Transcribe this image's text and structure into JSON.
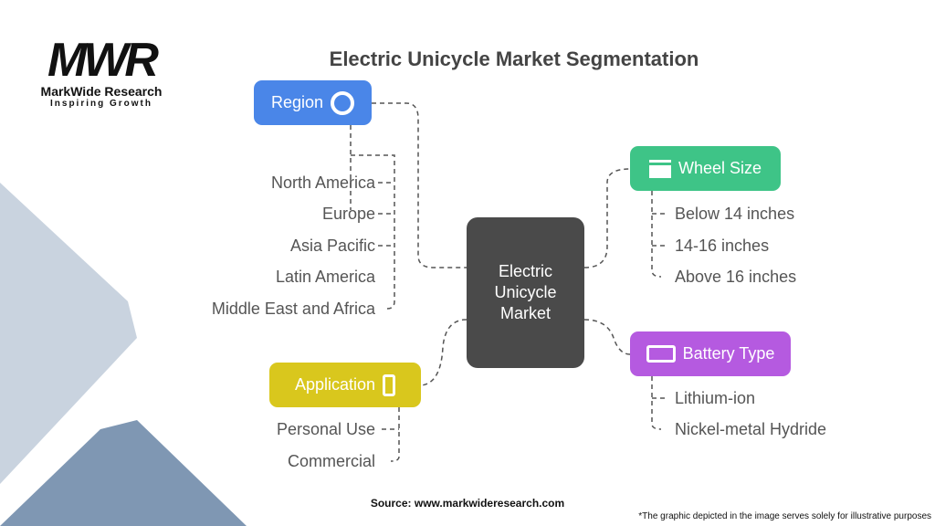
{
  "logo": {
    "mark": "MWR",
    "name": "MarkWide Research",
    "tagline": "Inspiring Growth"
  },
  "title": "Electric Unicycle Market Segmentation",
  "center": {
    "label": "Electric Unicycle Market",
    "color": "#4a4a4a"
  },
  "segments": {
    "region": {
      "label": "Region",
      "color": "#4a86e8",
      "icon": "globe-icon",
      "items": [
        "North America",
        "Europe",
        "Asia Pacific",
        "Latin America",
        "Middle East and Africa"
      ]
    },
    "wheel": {
      "label": "Wheel Size",
      "color": "#3ec487",
      "icon": "wheel-size-icon",
      "items": [
        "Below 14 inches",
        "14-16 inches",
        "Above 16 inches"
      ]
    },
    "battery": {
      "label": "Battery Type",
      "color": "#b55ae0",
      "icon": "battery-icon",
      "items": [
        "Lithium-ion",
        "Nickel-metal Hydride"
      ]
    },
    "application": {
      "label": "Application",
      "color": "#d9c71d",
      "icon": "devices-icon",
      "items": [
        "Personal Use",
        "Commercial"
      ]
    }
  },
  "source": "Source: www.markwideresearch.com",
  "footnote": "*The graphic depicted in the image serves solely for illustrative purposes"
}
